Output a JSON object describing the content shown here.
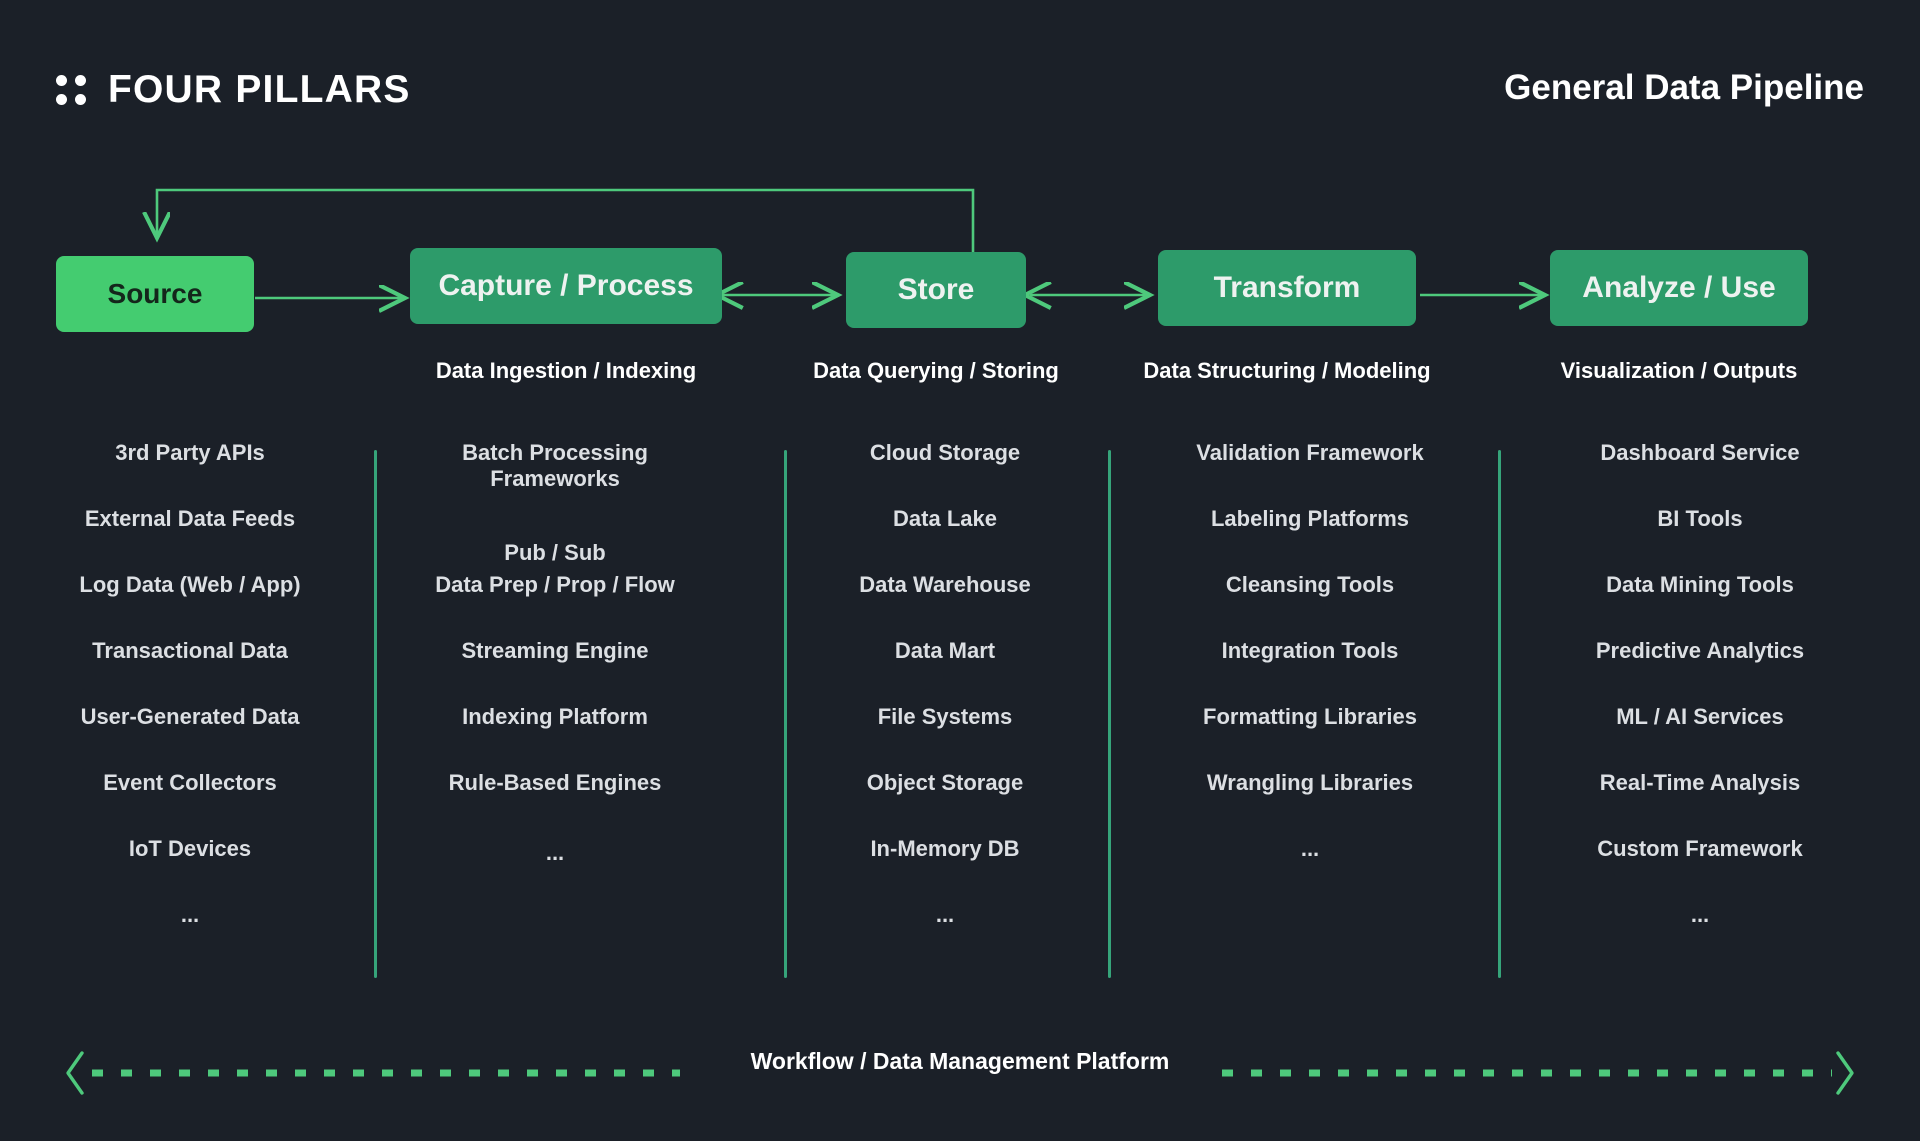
{
  "header": {
    "brand": "FOUR PILLARS",
    "logo_icon": "four-dots-icon",
    "title": "General Data Pipeline"
  },
  "theme": {
    "background": "#1b2028",
    "accent_light": "#44cc70",
    "accent_dark": "#2d9b6a",
    "divider": "#36a47a",
    "text": "#ffffff",
    "list_text": "#dcdfe3"
  },
  "pipeline": {
    "stages": [
      {
        "label": "Source",
        "caption": ""
      },
      {
        "label": "Capture / Process",
        "caption": "Data Ingestion / Indexing"
      },
      {
        "label": "Store",
        "caption": "Data Querying / Storing"
      },
      {
        "label": "Transform",
        "caption": "Data Structuring / Modeling"
      },
      {
        "label": "Analyze / Use",
        "caption": "Visualization / Outputs"
      }
    ],
    "connections": [
      {
        "from": "Source",
        "to": "Capture / Process",
        "direction": "right"
      },
      {
        "from": "Capture / Process",
        "to": "Store",
        "direction": "both"
      },
      {
        "from": "Store",
        "to": "Transform",
        "direction": "both"
      },
      {
        "from": "Transform",
        "to": "Analyze / Use",
        "direction": "right"
      },
      {
        "from": "Store",
        "to": "Source",
        "direction": "feedback-loop"
      }
    ]
  },
  "columns": [
    {
      "stage": "Source",
      "items": [
        "3rd Party APIs",
        "External Data Feeds",
        "Log Data (Web / App)",
        "Transactional Data",
        "User-Generated Data",
        "Event Collectors",
        "IoT Devices",
        "..."
      ]
    },
    {
      "stage": "Capture / Process",
      "items": [
        "Batch Processing\nFrameworks",
        "Pub / Sub",
        "Data Prep / Prop / Flow",
        "Streaming Engine",
        "Indexing Platform",
        "Rule-Based Engines",
        "..."
      ]
    },
    {
      "stage": "Store",
      "items": [
        "Cloud Storage",
        "Data Lake",
        "Data Warehouse",
        "Data Mart",
        "File Systems",
        "Object Storage",
        "In-Memory DB",
        "..."
      ]
    },
    {
      "stage": "Transform",
      "items": [
        "Validation Framework",
        "Labeling Platforms",
        "Cleansing Tools",
        "Integration Tools",
        "Formatting Libraries",
        "Wrangling Libraries",
        "..."
      ]
    },
    {
      "stage": "Analyze / Use",
      "items": [
        "Dashboard Service",
        "BI Tools",
        "Data Mining Tools",
        "Predictive Analytics",
        "ML / AI Services",
        "Real-Time Analysis",
        "Custom Framework",
        "..."
      ]
    }
  ],
  "footer": {
    "label": "Workflow / Data Management Platform",
    "left_arrow_icon": "chevron-left-icon",
    "right_arrow_icon": "chevron-right-icon"
  }
}
